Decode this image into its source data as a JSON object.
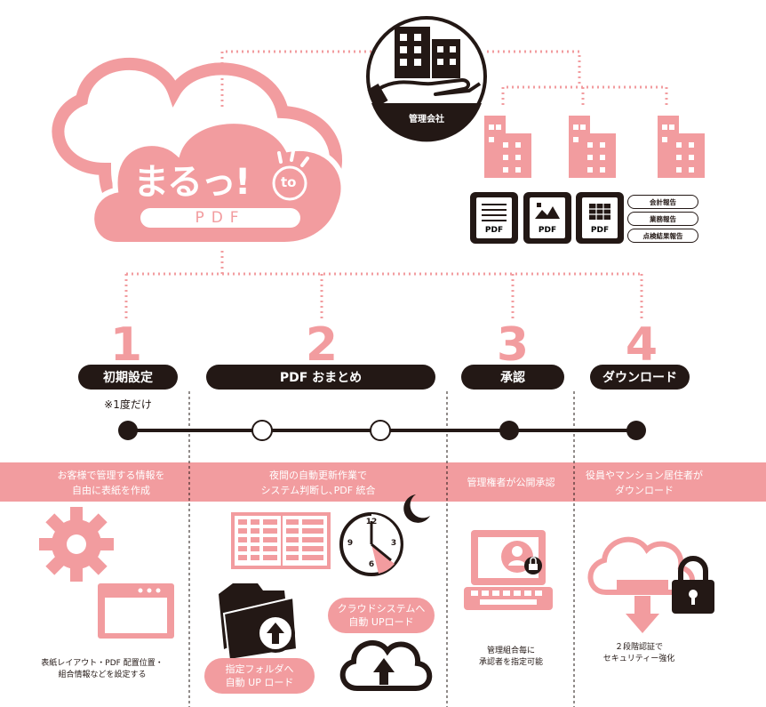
{
  "logo": {
    "main": "まるっ!",
    "to": "to",
    "pdf": "PDF"
  },
  "company": {
    "label": "管理会社"
  },
  "reports": [
    "会計報告",
    "業務報告",
    "点検結果報告"
  ],
  "doc_label": "PDF",
  "steps": [
    {
      "number": "1",
      "title": "初期設定",
      "note": "※1度だけ",
      "desc": "お客様で管理する情報を\n自由に表紙を作成",
      "caption": "表紙レイアウト・PDF 配置位置・\n組合情報などを設定する"
    },
    {
      "number": "2",
      "title": "PDF おまとめ",
      "desc": "夜間の自動更新作業で\nシステム判断し､PDF 統合",
      "pill_folder": "指定フォルダへ\n自動 UP ロード",
      "pill_cloud": "クラウドシステムへ\n自動 UPロード"
    },
    {
      "number": "3",
      "title": "承認",
      "desc": "管理権者が公開承認",
      "caption": "管理組合毎に\n承認者を指定可能"
    },
    {
      "number": "4",
      "title": "ダウンロード",
      "desc": "役員やマンション居住者が\nダウンロード",
      "caption": "２段階認証で\nセキュリティー強化"
    }
  ],
  "clock_numbers": [
    "12",
    "3",
    "6",
    "9"
  ],
  "colors": {
    "pink": "#f29c9f",
    "dark": "#231815",
    "white": "#ffffff"
  }
}
